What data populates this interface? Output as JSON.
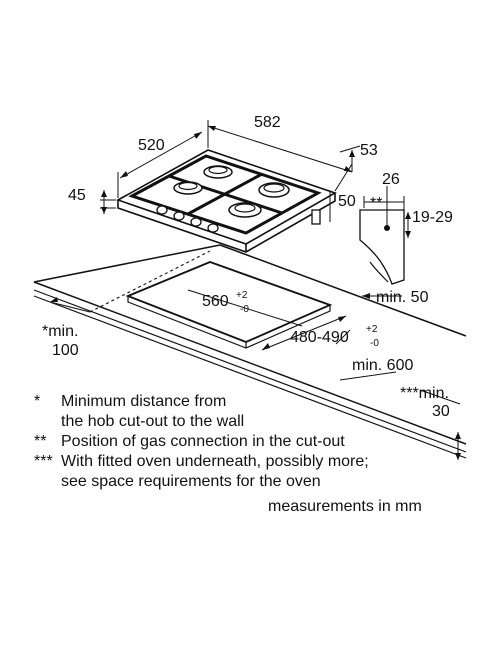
{
  "dimensions": {
    "width_520": "520",
    "width_582": "582",
    "depth_53": "53",
    "height_45": "45",
    "gas_26": "26",
    "gas_50": "50",
    "gas_marker": "**",
    "gas_range": "19-29",
    "cutout_width": "560",
    "cutout_width_tol_plus": "+2",
    "cutout_width_tol_minus": "-0",
    "cutout_depth": "480-490",
    "cutout_depth_tol_plus": "+2",
    "cutout_depth_tol_minus": "-0",
    "min_50": "min. 50",
    "min_600": "min. 600",
    "min_100_label": "*min.",
    "min_100_value": "100",
    "min_30_label": "***min.",
    "min_30_value": "30"
  },
  "notes": [
    {
      "mark": "*",
      "text": "Minimum distance from\nthe hob cut-out to the wall"
    },
    {
      "mark": "**",
      "text": "Position of gas connection in the cut-out"
    },
    {
      "mark": "***",
      "text": "With fitted oven underneath, possibly more;\nsee space requirements for the oven"
    }
  ],
  "units": "measurements in mm"
}
